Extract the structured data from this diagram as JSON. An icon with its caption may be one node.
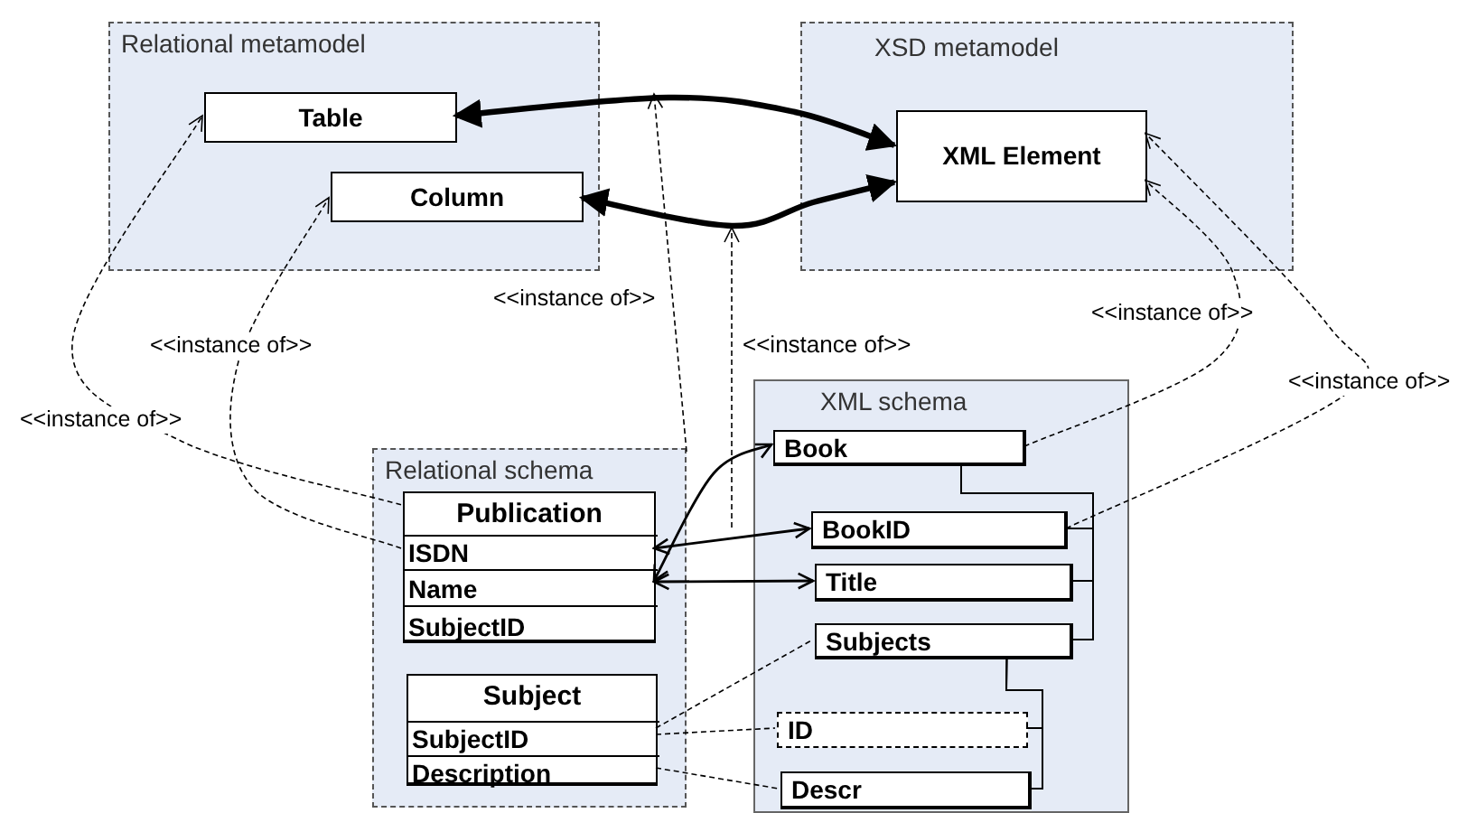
{
  "diagram": {
    "nodes": [
      {
        "text": [
          "Relational metamodel"
        ]
      },
      {
        "text": [
          "Table"
        ],
        "in": 0
      },
      {
        "text": [
          "Column"
        ],
        "in": 0
      },
      {
        "text": [
          "XSD metamodel"
        ]
      },
      {
        "text": [
          "XML Element"
        ],
        "in": 3
      },
      {
        "text": [
          "Relational schema"
        ]
      },
      {
        "text": [
          "Publication"
        ],
        "in": 5
      },
      {
        "text": [
          "ISDN"
        ],
        "in": 6
      },
      {
        "text": [
          "Name"
        ],
        "in": 6
      },
      {
        "text": [
          "SubjectID"
        ],
        "in": 6
      },
      {
        "text": [
          "Subject"
        ],
        "in": 5
      },
      {
        "text": [
          "SubjectID"
        ],
        "in": 10
      },
      {
        "text": [
          "Description"
        ],
        "in": 10
      },
      {
        "text": [
          "XML schema"
        ]
      },
      {
        "text": [
          "Book"
        ],
        "in": 13
      },
      {
        "text": [
          "BookID"
        ],
        "in": 13
      },
      {
        "text": [
          "Title"
        ],
        "in": 13
      },
      {
        "text": [
          "Subjects"
        ],
        "in": 13
      },
      {
        "text": [
          "ID"
        ],
        "in": 13
      },
      {
        "text": [
          "Descr"
        ],
        "in": 13
      }
    ],
    "edges": [
      {
        "from": 1,
        "to": 4,
        "arrow": "both",
        "style": "thick"
      },
      {
        "from": 2,
        "to": 4,
        "arrow": "both",
        "style": "thick"
      },
      {
        "from": 6,
        "to": 14,
        "arrow": "both"
      },
      {
        "from": 7,
        "to": 15,
        "arrow": "both"
      },
      {
        "from": 8,
        "to": 16,
        "arrow": "both"
      },
      {
        "from": 6,
        "to": 1,
        "arrow": "to",
        "style": "dashed",
        "label": "<<instance of>>"
      },
      {
        "from": 7,
        "to": 2,
        "arrow": "to",
        "style": "dashed",
        "label": "<<instance of>>"
      },
      {
        "from": 14,
        "to": 4,
        "arrow": "to",
        "style": "dashed",
        "label": "<<instance of>>"
      },
      {
        "from": 15,
        "to": 4,
        "arrow": "to",
        "style": "dashed",
        "label": "<<instance of>>"
      },
      {
        "from": 14,
        "to": 15,
        "arrow": "none"
      },
      {
        "from": 14,
        "to": 16,
        "arrow": "none"
      },
      {
        "from": 14,
        "to": 17,
        "arrow": "none"
      },
      {
        "from": 17,
        "to": 18,
        "arrow": "none"
      },
      {
        "from": 17,
        "to": 19,
        "arrow": "none"
      },
      {
        "from": 10,
        "to": 17,
        "arrow": "none",
        "style": "dashed"
      },
      {
        "from": 11,
        "to": 18,
        "arrow": "none",
        "style": "dashed"
      },
      {
        "from": 12,
        "to": 19,
        "arrow": "none",
        "style": "dashed"
      },
      {
        "from": 5,
        "to": null,
        "arrow": "to",
        "style": "dashed",
        "label": "<<instance of>>"
      }
    ],
    "labels": [
      "<<instance of>>"
    ]
  }
}
